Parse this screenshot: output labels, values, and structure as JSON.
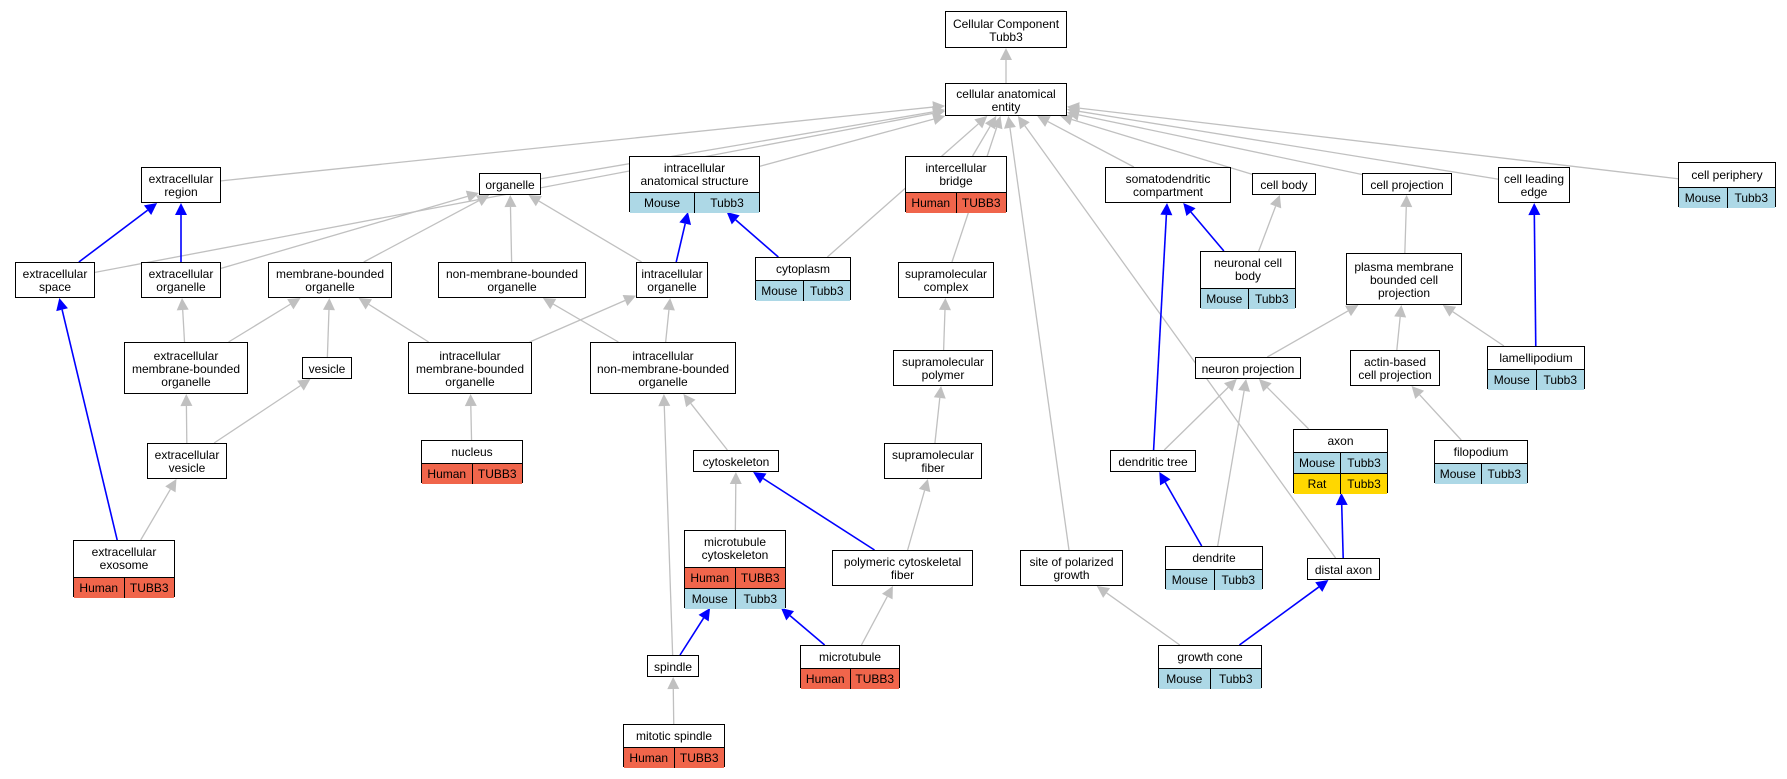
{
  "colors": {
    "gray_edge": "#c0c0c0",
    "blue_edge": "#0000ff",
    "human": "#f0654b",
    "mouse": "#add8e6",
    "rat": "#ffd700"
  },
  "nodes": [
    {
      "id": "root",
      "label": "Cellular Component\nTubb3",
      "ann": []
    },
    {
      "id": "cae",
      "label": "cellular anatomical\nentity",
      "ann": []
    },
    {
      "id": "extreg",
      "label": "extracellular\nregion",
      "ann": []
    },
    {
      "id": "organelle",
      "label": "organelle",
      "ann": []
    },
    {
      "id": "ias",
      "label": "intracellular\nanatomical structure",
      "ann": [
        [
          "Mouse",
          "mouse"
        ],
        [
          "Tubb3",
          "mouse"
        ]
      ]
    },
    {
      "id": "ibridge",
      "label": "intercellular\nbridge",
      "ann": [
        [
          "Human",
          "human"
        ],
        [
          "TUBB3",
          "human"
        ]
      ]
    },
    {
      "id": "somato",
      "label": "somatodendritic\ncompartment",
      "ann": []
    },
    {
      "id": "cellbody",
      "label": "cell body",
      "ann": []
    },
    {
      "id": "cellproj",
      "label": "cell projection",
      "ann": []
    },
    {
      "id": "leading",
      "label": "cell leading\nedge",
      "ann": []
    },
    {
      "id": "periphery",
      "label": "cell periphery",
      "ann": [
        [
          "Mouse",
          "mouse"
        ],
        [
          "Tubb3",
          "mouse"
        ]
      ]
    },
    {
      "id": "extspace",
      "label": "extracellular\nspace",
      "ann": []
    },
    {
      "id": "extorg",
      "label": "extracellular\norganelle",
      "ann": []
    },
    {
      "id": "mbo",
      "label": "membrane-bounded\norganelle",
      "ann": []
    },
    {
      "id": "nmbo",
      "label": "non-membrane-bounded\norganelle",
      "ann": []
    },
    {
      "id": "intorg",
      "label": "intracellular\norganelle",
      "ann": []
    },
    {
      "id": "cytoplasm",
      "label": "cytoplasm",
      "ann": [
        [
          "Mouse",
          "mouse"
        ],
        [
          "Tubb3",
          "mouse"
        ]
      ]
    },
    {
      "id": "smcomplex",
      "label": "supramolecular\ncomplex",
      "ann": []
    },
    {
      "id": "ncbody",
      "label": "neuronal cell\nbody",
      "ann": [
        [
          "Mouse",
          "mouse"
        ],
        [
          "Tubb3",
          "mouse"
        ]
      ]
    },
    {
      "id": "pmbcp",
      "label": "plasma membrane\nbounded cell\nprojection",
      "ann": []
    },
    {
      "id": "embo",
      "label": "extracellular\nmembrane-bounded\norganelle",
      "ann": []
    },
    {
      "id": "vesicle",
      "label": "vesicle",
      "ann": []
    },
    {
      "id": "imbo",
      "label": "intracellular\nmembrane-bounded\norganelle",
      "ann": []
    },
    {
      "id": "inmbo",
      "label": "intracellular\nnon-membrane-bounded\norganelle",
      "ann": []
    },
    {
      "id": "smpolymer",
      "label": "supramolecular\npolymer",
      "ann": []
    },
    {
      "id": "nproj",
      "label": "neuron projection",
      "ann": []
    },
    {
      "id": "actin",
      "label": "actin-based\ncell projection",
      "ann": []
    },
    {
      "id": "lamelli",
      "label": "lamellipodium",
      "ann": [
        [
          "Mouse",
          "mouse"
        ],
        [
          "Tubb3",
          "mouse"
        ]
      ]
    },
    {
      "id": "extves",
      "label": "extracellular\nvesicle",
      "ann": []
    },
    {
      "id": "nucleus",
      "label": "nucleus",
      "ann": [
        [
          "Human",
          "human"
        ],
        [
          "TUBB3",
          "human"
        ]
      ]
    },
    {
      "id": "cytoskel",
      "label": "cytoskeleton",
      "ann": []
    },
    {
      "id": "smfiber",
      "label": "supramolecular\nfiber",
      "ann": []
    },
    {
      "id": "dtree",
      "label": "dendritic tree",
      "ann": []
    },
    {
      "id": "axon",
      "label": "axon",
      "ann": [
        [
          "Mouse",
          "mouse"
        ],
        [
          "Tubb3",
          "mouse"
        ],
        [
          "Rat",
          "rat"
        ],
        [
          "Tubb3",
          "rat"
        ]
      ]
    },
    {
      "id": "filo",
      "label": "filopodium",
      "ann": [
        [
          "Mouse",
          "mouse"
        ],
        [
          "Tubb3",
          "mouse"
        ]
      ]
    },
    {
      "id": "exosome",
      "label": "extracellular\nexosome",
      "ann": [
        [
          "Human",
          "human"
        ],
        [
          "TUBB3",
          "human"
        ]
      ]
    },
    {
      "id": "mtcyto",
      "label": "microtubule\ncytoskeleton",
      "ann": [
        [
          "Human",
          "human"
        ],
        [
          "TUBB3",
          "human"
        ],
        [
          "Mouse",
          "mouse"
        ],
        [
          "Tubb3",
          "mouse"
        ]
      ]
    },
    {
      "id": "pcfiber",
      "label": "polymeric cytoskeletal\nfiber",
      "ann": []
    },
    {
      "id": "polgrowth",
      "label": "site of polarized\ngrowth",
      "ann": []
    },
    {
      "id": "dendrite",
      "label": "dendrite",
      "ann": [
        [
          "Mouse",
          "mouse"
        ],
        [
          "Tubb3",
          "mouse"
        ]
      ]
    },
    {
      "id": "distaxon",
      "label": "distal axon",
      "ann": []
    },
    {
      "id": "spindle",
      "label": "spindle",
      "ann": []
    },
    {
      "id": "microtubule",
      "label": "microtubule",
      "ann": [
        [
          "Human",
          "human"
        ],
        [
          "TUBB3",
          "human"
        ]
      ]
    },
    {
      "id": "growthcone",
      "label": "growth cone",
      "ann": [
        [
          "Mouse",
          "mouse"
        ],
        [
          "Tubb3",
          "mouse"
        ]
      ]
    },
    {
      "id": "mitspindle",
      "label": "mitotic spindle",
      "ann": [
        [
          "Human",
          "human"
        ],
        [
          "TUBB3",
          "human"
        ]
      ]
    }
  ],
  "edges": [
    {
      "from": "cae",
      "to": "root",
      "kind": "gray"
    },
    {
      "from": "extreg",
      "to": "cae",
      "kind": "gray"
    },
    {
      "from": "organelle",
      "to": "cae",
      "kind": "gray"
    },
    {
      "from": "ias",
      "to": "cae",
      "kind": "gray"
    },
    {
      "from": "ibridge",
      "to": "cae",
      "kind": "gray"
    },
    {
      "from": "somato",
      "to": "cae",
      "kind": "gray"
    },
    {
      "from": "cellbody",
      "to": "cae",
      "kind": "gray"
    },
    {
      "from": "cellproj",
      "to": "cae",
      "kind": "gray"
    },
    {
      "from": "leading",
      "to": "cae",
      "kind": "gray"
    },
    {
      "from": "periphery",
      "to": "cae",
      "kind": "gray"
    },
    {
      "from": "extspace",
      "to": "cae",
      "kind": "gray"
    },
    {
      "from": "cytoplasm",
      "to": "cae",
      "kind": "gray"
    },
    {
      "from": "smcomplex",
      "to": "cae",
      "kind": "gray"
    },
    {
      "from": "polgrowth",
      "to": "cae",
      "kind": "gray"
    },
    {
      "from": "distaxon",
      "to": "cae",
      "kind": "gray"
    },
    {
      "from": "extspace",
      "to": "extreg",
      "kind": "blue"
    },
    {
      "from": "extorg",
      "to": "extreg",
      "kind": "blue"
    },
    {
      "from": "extorg",
      "to": "organelle",
      "kind": "gray"
    },
    {
      "from": "mbo",
      "to": "organelle",
      "kind": "gray"
    },
    {
      "from": "nmbo",
      "to": "organelle",
      "kind": "gray"
    },
    {
      "from": "intorg",
      "to": "organelle",
      "kind": "gray"
    },
    {
      "from": "intorg",
      "to": "ias",
      "kind": "blue"
    },
    {
      "from": "cytoplasm",
      "to": "ias",
      "kind": "blue"
    },
    {
      "from": "ncbody",
      "to": "somato",
      "kind": "blue"
    },
    {
      "from": "ncbody",
      "to": "cellbody",
      "kind": "gray"
    },
    {
      "from": "pmbcp",
      "to": "cellproj",
      "kind": "gray"
    },
    {
      "from": "lamelli",
      "to": "leading",
      "kind": "blue"
    },
    {
      "from": "embo",
      "to": "extorg",
      "kind": "gray"
    },
    {
      "from": "embo",
      "to": "mbo",
      "kind": "gray"
    },
    {
      "from": "vesicle",
      "to": "mbo",
      "kind": "gray"
    },
    {
      "from": "imbo",
      "to": "mbo",
      "kind": "gray"
    },
    {
      "from": "imbo",
      "to": "intorg",
      "kind": "gray"
    },
    {
      "from": "inmbo",
      "to": "intorg",
      "kind": "gray"
    },
    {
      "from": "inmbo",
      "to": "nmbo",
      "kind": "gray"
    },
    {
      "from": "smpolymer",
      "to": "smcomplex",
      "kind": "gray"
    },
    {
      "from": "nproj",
      "to": "pmbcp",
      "kind": "gray"
    },
    {
      "from": "actin",
      "to": "pmbcp",
      "kind": "gray"
    },
    {
      "from": "lamelli",
      "to": "pmbcp",
      "kind": "gray"
    },
    {
      "from": "extves",
      "to": "embo",
      "kind": "gray"
    },
    {
      "from": "extves",
      "to": "vesicle",
      "kind": "gray"
    },
    {
      "from": "nucleus",
      "to": "imbo",
      "kind": "gray"
    },
    {
      "from": "cytoskel",
      "to": "inmbo",
      "kind": "gray"
    },
    {
      "from": "spindle",
      "to": "inmbo",
      "kind": "gray"
    },
    {
      "from": "smfiber",
      "to": "smpolymer",
      "kind": "gray"
    },
    {
      "from": "dtree",
      "to": "somato",
      "kind": "blue"
    },
    {
      "from": "dtree",
      "to": "nproj",
      "kind": "gray"
    },
    {
      "from": "axon",
      "to": "nproj",
      "kind": "gray"
    },
    {
      "from": "dendrite",
      "to": "nproj",
      "kind": "gray"
    },
    {
      "from": "dendrite",
      "to": "dtree",
      "kind": "blue"
    },
    {
      "from": "filo",
      "to": "actin",
      "kind": "gray"
    },
    {
      "from": "exosome",
      "to": "extspace",
      "kind": "blue"
    },
    {
      "from": "exosome",
      "to": "extves",
      "kind": "gray"
    },
    {
      "from": "mtcyto",
      "to": "cytoskel",
      "kind": "gray"
    },
    {
      "from": "pcfiber",
      "to": "cytoskel",
      "kind": "blue"
    },
    {
      "from": "pcfiber",
      "to": "smfiber",
      "kind": "gray"
    },
    {
      "from": "spindle",
      "to": "mtcyto",
      "kind": "blue"
    },
    {
      "from": "microtubule",
      "to": "mtcyto",
      "kind": "blue"
    },
    {
      "from": "microtubule",
      "to": "pcfiber",
      "kind": "gray"
    },
    {
      "from": "growthcone",
      "to": "polgrowth",
      "kind": "gray"
    },
    {
      "from": "growthcone",
      "to": "distaxon",
      "kind": "blue"
    },
    {
      "from": "distaxon",
      "to": "axon",
      "kind": "blue"
    },
    {
      "from": "mitspindle",
      "to": "spindle",
      "kind": "gray"
    }
  ]
}
